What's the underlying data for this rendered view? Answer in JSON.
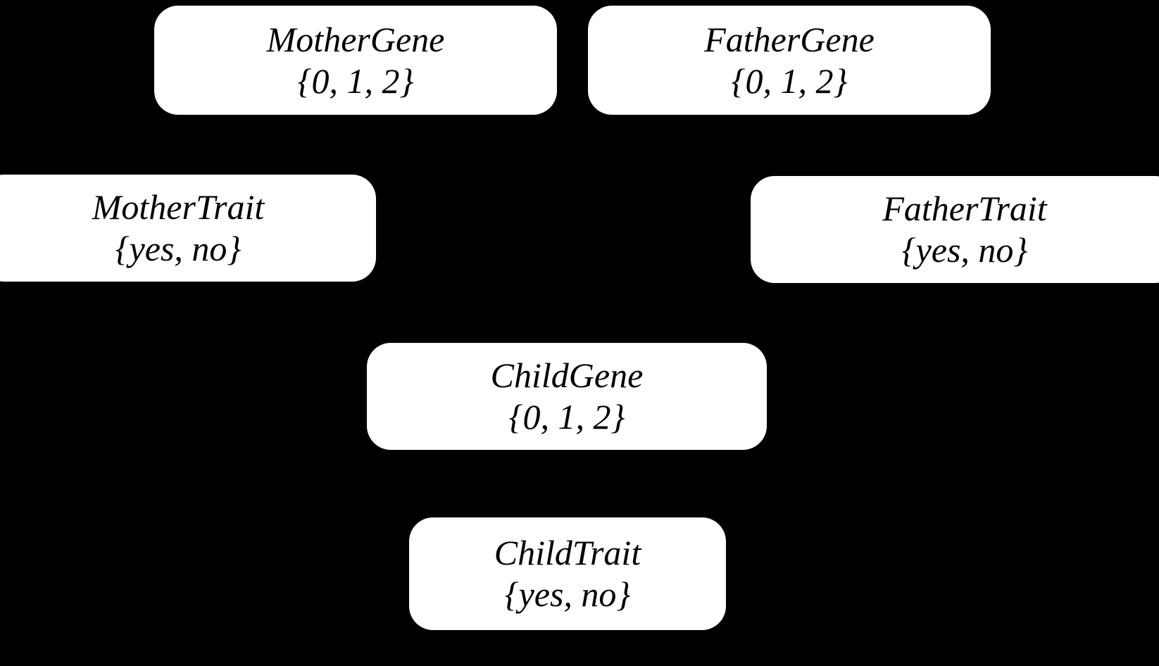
{
  "diagram": {
    "type": "bayesian-network",
    "background_color": "#000000",
    "node_color": "#ffffff",
    "text_color": "#000000",
    "nodes": [
      {
        "id": "mother-gene",
        "name": "MotherGene",
        "domain": "{0, 1, 2}"
      },
      {
        "id": "father-gene",
        "name": "FatherGene",
        "domain": "{0, 1, 2}"
      },
      {
        "id": "mother-trait",
        "name": "MotherTrait",
        "domain": "{yes, no}"
      },
      {
        "id": "father-trait",
        "name": "FatherTrait",
        "domain": "{yes, no}"
      },
      {
        "id": "child-gene",
        "name": "ChildGene",
        "domain": "{0, 1, 2}"
      },
      {
        "id": "child-trait",
        "name": "ChildTrait",
        "domain": "{yes, no}"
      }
    ]
  }
}
